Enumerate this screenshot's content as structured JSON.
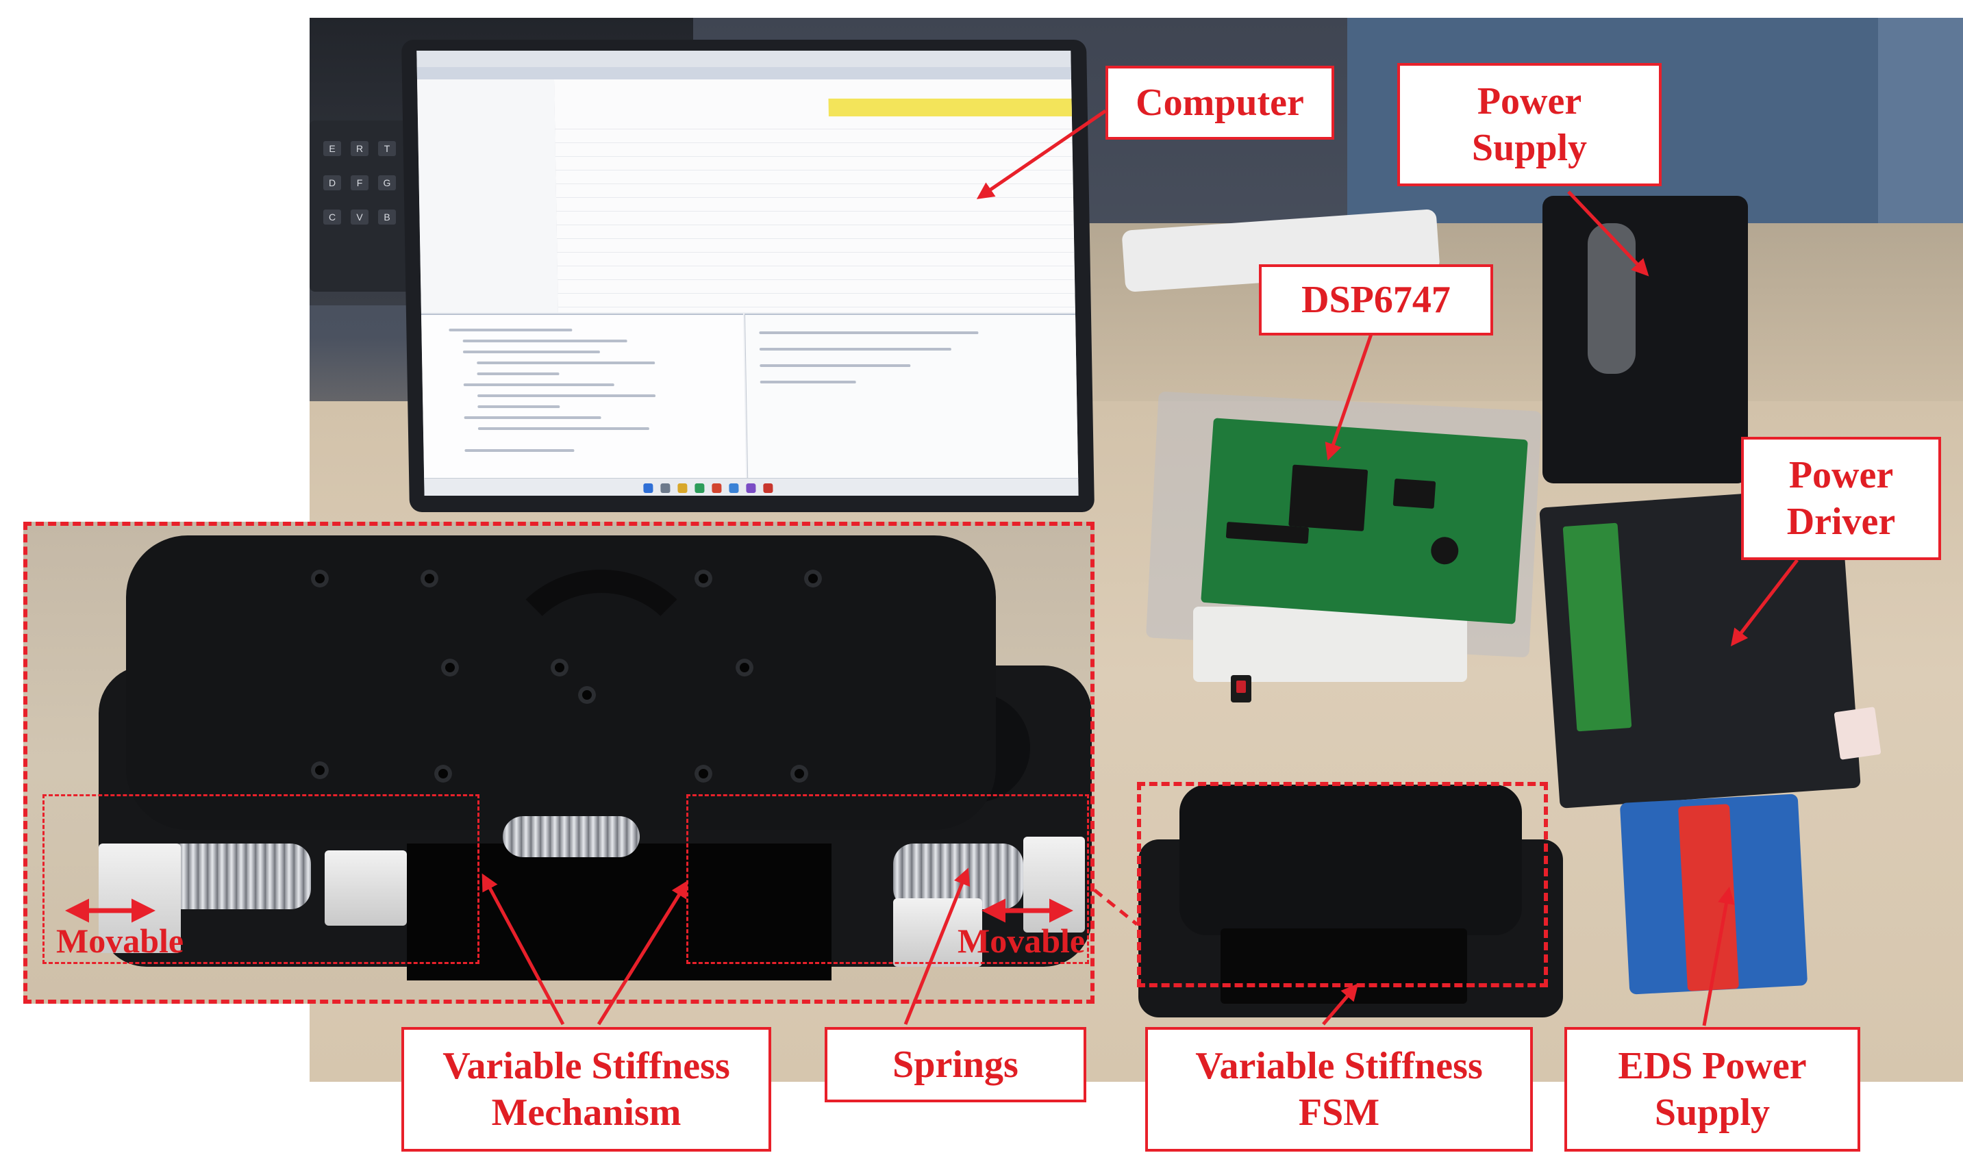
{
  "labels": {
    "computer": "Computer",
    "power_supply_line1": "Power",
    "power_supply_line2": "Supply",
    "dsp": "DSP6747",
    "power_driver_line1": "Power",
    "power_driver_line2": "Driver",
    "variable_stiffness_mechanism_line1": "Variable Stiffness",
    "variable_stiffness_mechanism_line2": "Mechanism",
    "springs": "Springs",
    "variable_stiffness_fsm_line1": "Variable Stiffness",
    "variable_stiffness_fsm_line2": "FSM",
    "eds_power_supply_line1": "EDS Power",
    "eds_power_supply_line2": "Supply",
    "movable_left": "Movable",
    "movable_right": "Movable"
  },
  "colors": {
    "annotation": "#e8202a",
    "label_bg": "#ffffff"
  }
}
